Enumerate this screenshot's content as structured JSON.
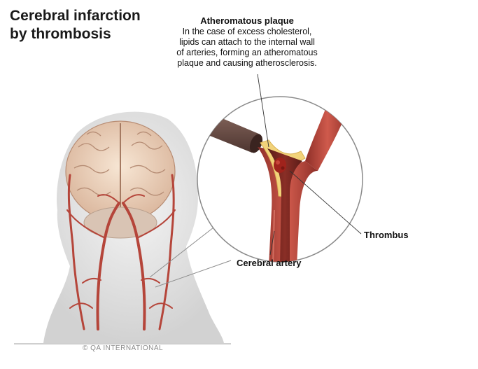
{
  "title": {
    "line1": "Cerebral infarction",
    "line2": "by thrombosis"
  },
  "plaque_callout": {
    "heading": "Atheromatous plaque",
    "lines": [
      "In the case of excess cholesterol,",
      "lipids can attach to the internal wall",
      "of arteries, forming an atheromatous",
      "plaque and causing atherosclerosis."
    ]
  },
  "labels": {
    "thrombus": "Thrombus",
    "cerebral_artery": "Cerebral artery"
  },
  "credit": "© QA INTERNATIONAL",
  "colors": {
    "artery": "#b5453a",
    "artery_dark": "#7a2a24",
    "plaque": "#f2d37a",
    "head": "#e4e4e4",
    "brain": "#f0d8c2"
  }
}
